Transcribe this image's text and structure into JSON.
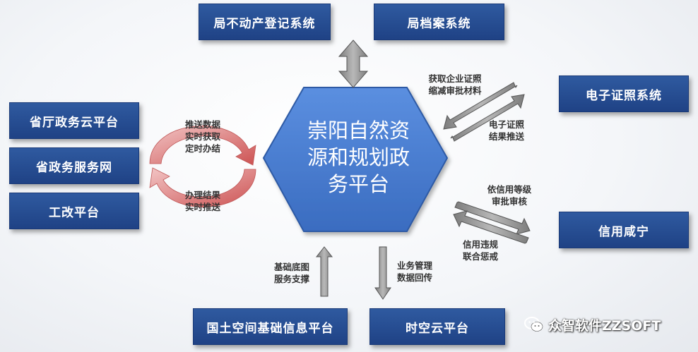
{
  "center": {
    "title": "崇阳自然资\n源和规划政\n务平台"
  },
  "boxes": {
    "realestate": "局不动产登记系统",
    "archive": "局档案系统",
    "ecert": "电子证照系统",
    "credit": "信用咸宁",
    "cloud_platform": "省厅政务云平台",
    "service_net": "省政务服务网",
    "gongzheng": "工改平台",
    "spatial_base": "国土空间基础信息平台",
    "spacetime_cloud": "时空云平台"
  },
  "labels": {
    "push_data": "推送数据\n实时获取\n定时办结",
    "result_push": "办理结果\n实时推送",
    "get_cert": "获取企业证照\n缩减审批材料",
    "ecert_push": "电子证照\n结果推送",
    "credit_level": "依信用等级\n审批审核",
    "credit_punish": "信用违规\n联合惩戒",
    "base_map": "基础底图\n服务支撑",
    "biz_return": "业务管理\n数据回传"
  },
  "watermark": {
    "text": "众智软件ZZSOFT",
    "icon": "wechat-icon"
  },
  "colors": {
    "box": "#234a8f",
    "hex": "#4a7fd0",
    "cycle": "#c94a4a",
    "arrow": "#9a9a9a"
  }
}
